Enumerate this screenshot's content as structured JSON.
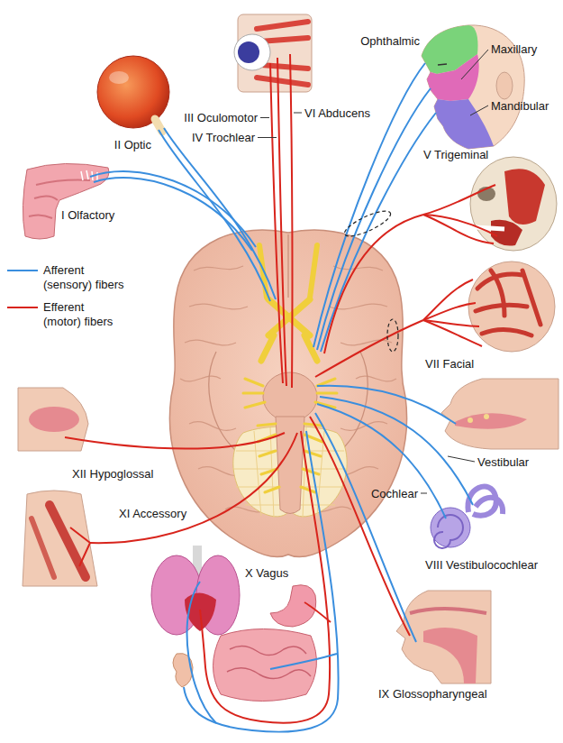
{
  "diagram": {
    "labels": [
      "Ophthalmic",
      "Maxillary",
      "Mandibular",
      "V Trigeminal",
      "III Oculomotor",
      "VI Abducens",
      "IV Trochlear",
      "II Optic",
      "I Olfactory",
      "VII Facial",
      "XII Hypoglossal",
      "Vestibular",
      "Cochlear",
      "XI Accessory",
      "VIII Vestibulocochlear",
      "X Vagus",
      "IX Glossopharyngeal"
    ],
    "legend": [
      {
        "text": "Afferent (sensory) fibers"
      },
      {
        "text": "Efferent (motor) fibers"
      }
    ]
  }
}
